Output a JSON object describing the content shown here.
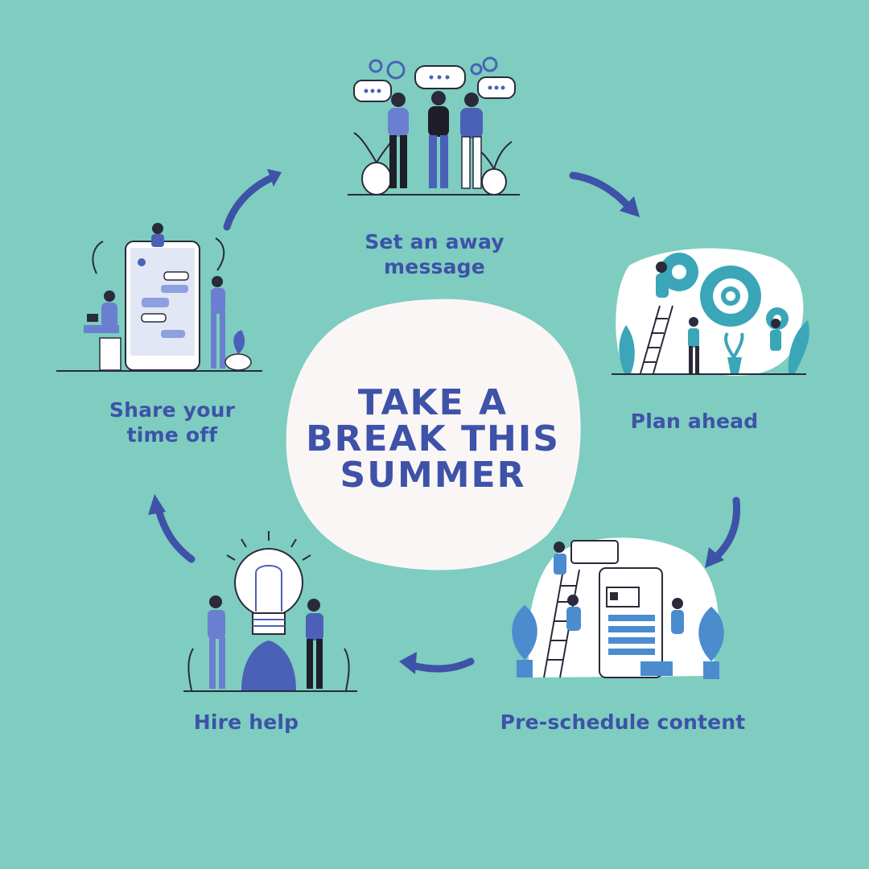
{
  "title": {
    "line1": "TAKE A",
    "line2": "BREAK THIS",
    "line3": "SUMMER"
  },
  "steps": {
    "away_message": {
      "line1": "Set an away",
      "line2": "message"
    },
    "plan_ahead": {
      "line1": "Plan ahead"
    },
    "pre_schedule": {
      "line1": "Pre-schedule content"
    },
    "hire_help": {
      "line1": "Hire help"
    },
    "share_time_off": {
      "line1": "Share your",
      "line2": "time off"
    }
  },
  "colors": {
    "background": "#7ecdc0",
    "text": "#3e52a8",
    "blob": "#fbf6f6",
    "accent_blue": "#4b61b8",
    "accent_teal": "#3aa6b8"
  },
  "icons": {
    "away_message": "people-chatting-illustration",
    "plan_ahead": "gears-ladder-illustration",
    "pre_schedule": "content-board-illustration",
    "hire_help": "lightbulb-team-illustration",
    "share_time_off": "phone-chat-illustration"
  }
}
